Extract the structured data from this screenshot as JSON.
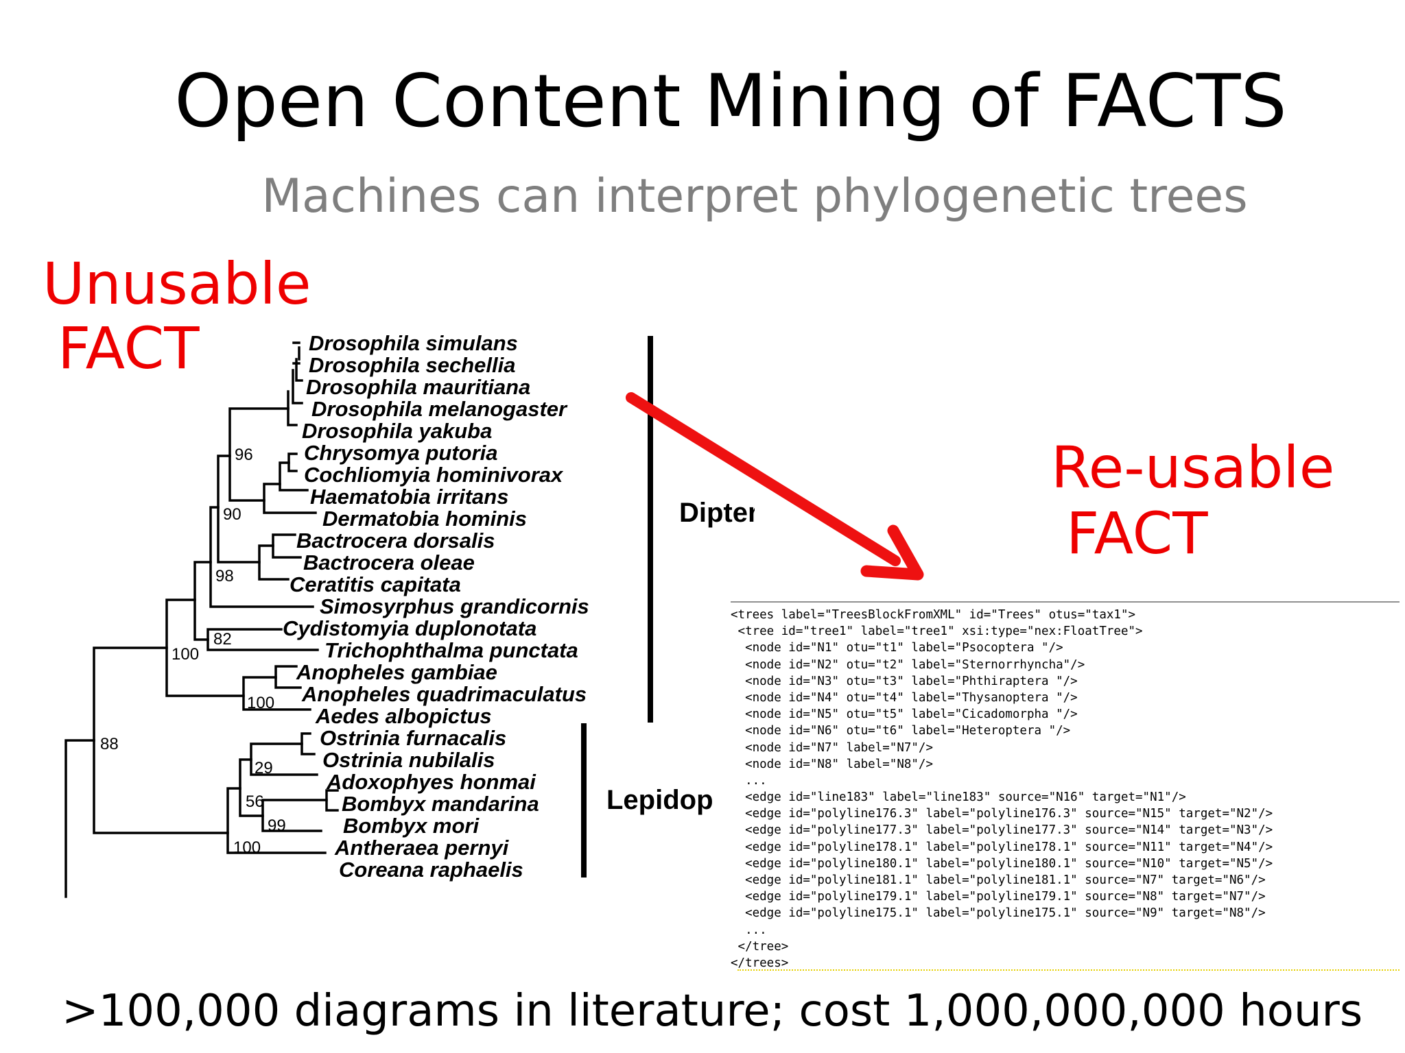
{
  "title": "Open Content Mining of FACTS",
  "subtitle": "Machines can interpret phylogenetic trees",
  "unusable_label": [
    "Unusable",
    "FACT"
  ],
  "reusable_label": [
    "Re-usable",
    "FACT"
  ],
  "footer": ">100,000 diagrams in literature; cost 1,000,000,000 hours",
  "colors": {
    "accent_red": "#ee0000",
    "subtitle_gray": "#7f7f7f"
  },
  "tree": {
    "taxa": [
      "Drosophila simulans",
      "Drosophila sechellia",
      "Drosophila mauritiana",
      "Drosophila melanogaster",
      "Drosophila yakuba",
      "Chrysomya putoria",
      "Cochliomyia hominivorax",
      "Haematobia irritans",
      "Dermatobia hominis",
      "Bactrocera dorsalis",
      "Bactrocera oleae",
      "Ceratitis capitata",
      "Simosyrphus grandicornis",
      "Cydistomyia duplonotata",
      "Trichophthalma punctata",
      "Anopheles gambiae",
      "Anopheles quadrimaculatus",
      "Aedes albopictus",
      "Ostrinia furnacalis",
      "Ostrinia nubilalis",
      "Adoxophyes honmai",
      "Bombyx mandarina",
      "Bombyx mori",
      "Antheraea pernyi",
      "Coreana raphaelis"
    ],
    "bootstrap": [
      "96",
      "90",
      "98",
      "82",
      "100",
      "100",
      "88",
      "29",
      "56",
      "99",
      "100"
    ],
    "groups": [
      "Diptera",
      "Lepidop"
    ]
  },
  "xml_lines": [
    "<trees label=\"TreesBlockFromXML\" id=\"Trees\" otus=\"tax1\">",
    " <tree id=\"tree1\" label=\"tree1\" xsi:type=\"nex:FloatTree\">",
    "  <node id=\"N1\" otu=\"t1\" label=\"Psocoptera \"/>",
    "  <node id=\"N2\" otu=\"t2\" label=\"Sternorrhyncha\"/>",
    "  <node id=\"N3\" otu=\"t3\" label=\"Phthiraptera \"/>",
    "  <node id=\"N4\" otu=\"t4\" label=\"Thysanoptera \"/>",
    "  <node id=\"N5\" otu=\"t5\" label=\"Cicadomorpha \"/>",
    "  <node id=\"N6\" otu=\"t6\" label=\"Heteroptera \"/>",
    "  <node id=\"N7\" label=\"N7\"/>",
    "  <node id=\"N8\" label=\"N8\"/>",
    "  ...",
    "  <edge id=\"line183\" label=\"line183\" source=\"N16\" target=\"N1\"/>",
    "  <edge id=\"polyline176.3\" label=\"polyline176.3\" source=\"N15\" target=\"N2\"/>",
    "  <edge id=\"polyline177.3\" label=\"polyline177.3\" source=\"N14\" target=\"N3\"/>",
    "  <edge id=\"polyline178.1\" label=\"polyline178.1\" source=\"N11\" target=\"N4\"/>",
    "  <edge id=\"polyline180.1\" label=\"polyline180.1\" source=\"N10\" target=\"N5\"/>",
    "  <edge id=\"polyline181.1\" label=\"polyline181.1\" source=\"N7\" target=\"N6\"/>",
    "  <edge id=\"polyline179.1\" label=\"polyline179.1\" source=\"N8\" target=\"N7\"/>",
    "  <edge id=\"polyline175.1\" label=\"polyline175.1\" source=\"N9\" target=\"N8\"/>",
    "  ...",
    " </tree>",
    "</trees>"
  ]
}
